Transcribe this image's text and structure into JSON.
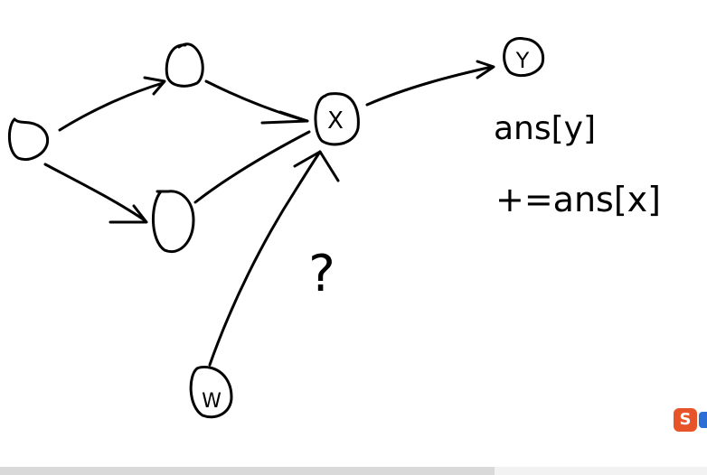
{
  "nodes": {
    "x_label": "X",
    "y_label": "Y",
    "w_label": "W"
  },
  "annotations": {
    "question": "?",
    "formula_line1": "ans[y]",
    "formula_line2": "+=ans[x]"
  },
  "taskbar": {
    "ime_logo_text": "S"
  },
  "colors": {
    "ink": "#000000",
    "background": "#ffffff",
    "ime_logo": "#e8542a",
    "ime_logo_tail": "#2b6fd6",
    "bottom_bar": "#d9d9d9"
  }
}
